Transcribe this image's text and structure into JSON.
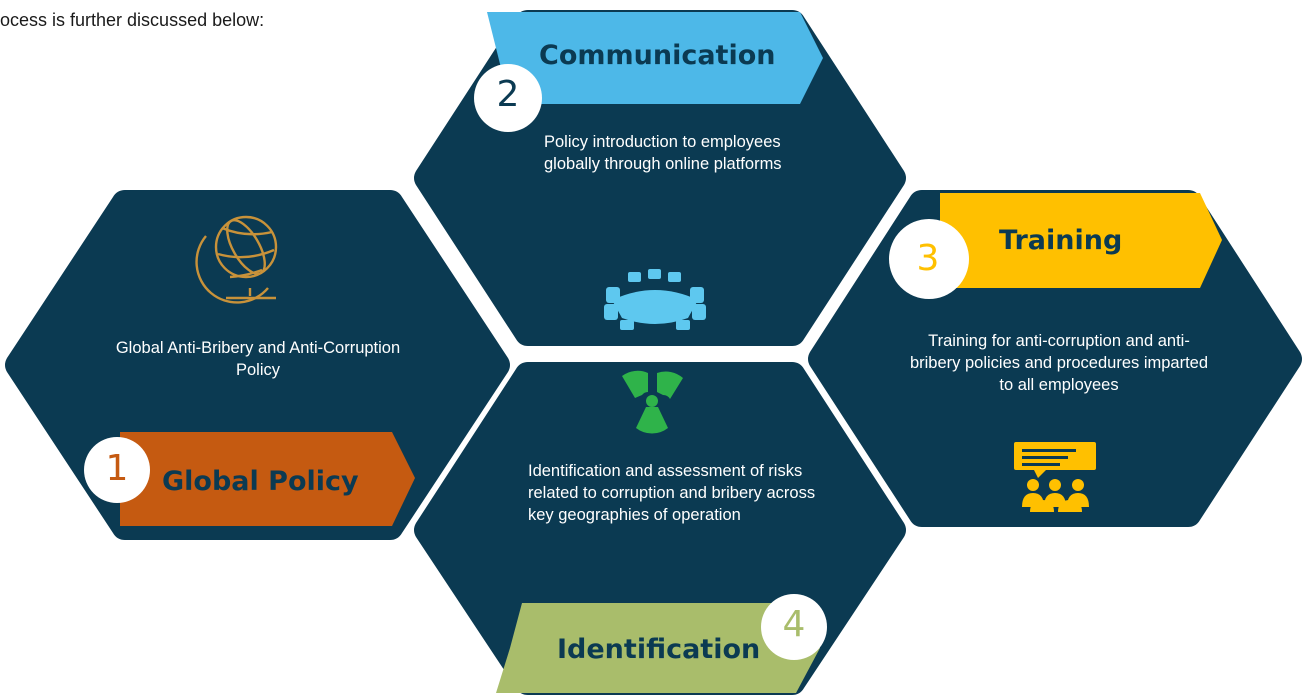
{
  "intro_text": "ocess is further discussed below:",
  "colors": {
    "hexagon": "#0b3a52",
    "communication": "#4db8e8",
    "training": "#ffc000",
    "global_policy": "#c55a11",
    "identification": "#a9bd6b",
    "number_badge": "#ffffff"
  },
  "steps": {
    "global_policy": {
      "number": "1",
      "title": "Global Policy",
      "description": "Global Anti-Bribery and Anti-Corruption Policy",
      "icon": "globe-icon"
    },
    "communication": {
      "number": "2",
      "title": "Communication",
      "description": "Policy introduction to employees globally through online platforms",
      "icon": "conference-table-icon"
    },
    "training": {
      "number": "3",
      "title": "Training",
      "description": "Training for anti-corruption and anti-bribery policies and procedures imparted to all employees",
      "icon": "presentation-audience-icon"
    },
    "identification": {
      "number": "4",
      "title": "Identification",
      "description": "Identification and assessment of risks related to corruption and bribery across key geographies of operation",
      "icon": "radiation-hazard-icon"
    }
  }
}
